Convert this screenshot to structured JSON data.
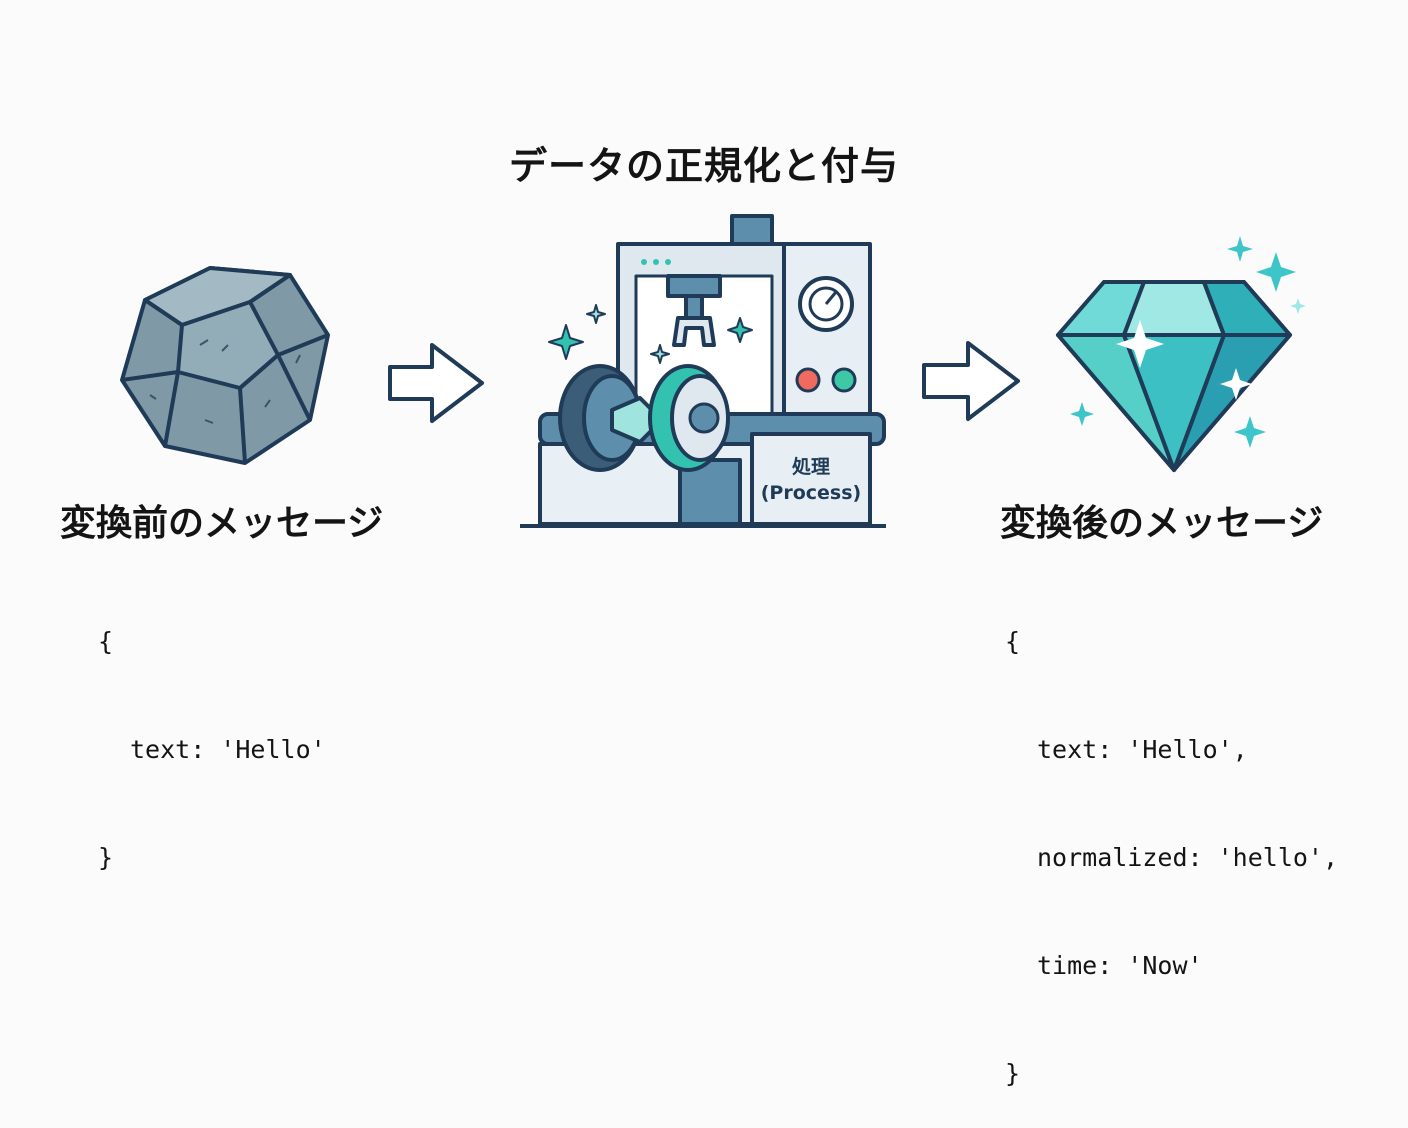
{
  "title": "データの正規化と付与",
  "before": {
    "label": "変換前のメッセージ",
    "open_brace": "{",
    "lines": [
      "text: 'Hello'"
    ],
    "close_brace": "}"
  },
  "process": {
    "label_ja": "処理",
    "label_en": "(Process)"
  },
  "after": {
    "label": "変換後のメッセージ",
    "open_brace": "{",
    "lines": [
      "text: 'Hello',",
      "normalized: 'hello',",
      "time: 'Now'"
    ],
    "close_brace": "}"
  },
  "colors": {
    "outline": "#1f3b57",
    "rock": "#7f9aa6",
    "machine_body": "#dfe8ef",
    "machine_blue": "#5d8fad",
    "teal": "#33c2b0",
    "diamond": "#3ec5c9",
    "red_light": "#f06a5f",
    "green_light": "#3ec9a6"
  },
  "icons": {
    "raw_data": "rock-icon",
    "processor": "machine-icon",
    "result": "diamond-icon",
    "flow": "arrow-right-icon"
  }
}
